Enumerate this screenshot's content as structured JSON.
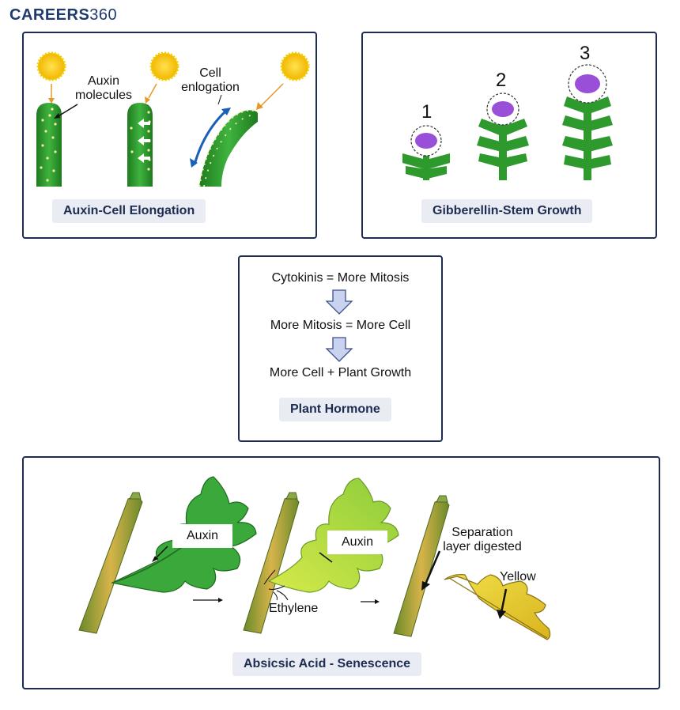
{
  "logo": {
    "brand": "CAREERS",
    "number": "360"
  },
  "auxin_panel": {
    "caption": "Auxin-Cell Elongation",
    "label_molecules": "Auxin\nmolecules",
    "label_elongation": "Cell\nenlogation"
  },
  "gibberellin_panel": {
    "caption": "Gibberellin-Stem Growth",
    "stages": [
      "1",
      "2",
      "3"
    ]
  },
  "cytokinin_panel": {
    "caption": "Plant Hormone",
    "lines": [
      "Cytokinis = More Mitosis",
      "More Mitosis = More Cell",
      "More Cell + Plant Growth"
    ]
  },
  "abscisic_panel": {
    "caption": "Absicsic Acid - Senescence",
    "label_auxin_1": "Auxin",
    "label_auxin_2": "Auxin",
    "label_ethylene": "Ethylene",
    "label_separation": "Separation\nlayer digested",
    "label_yellow": "Yellow"
  },
  "colors": {
    "panel_border": "#1e2c52",
    "caption_bg": "#e9ecf3",
    "stem_green": "#2e9a2e",
    "sun_yellow": "#f6c300",
    "flower_center": "#9a4fd8",
    "arrow_blue": "#c9d3f0"
  }
}
